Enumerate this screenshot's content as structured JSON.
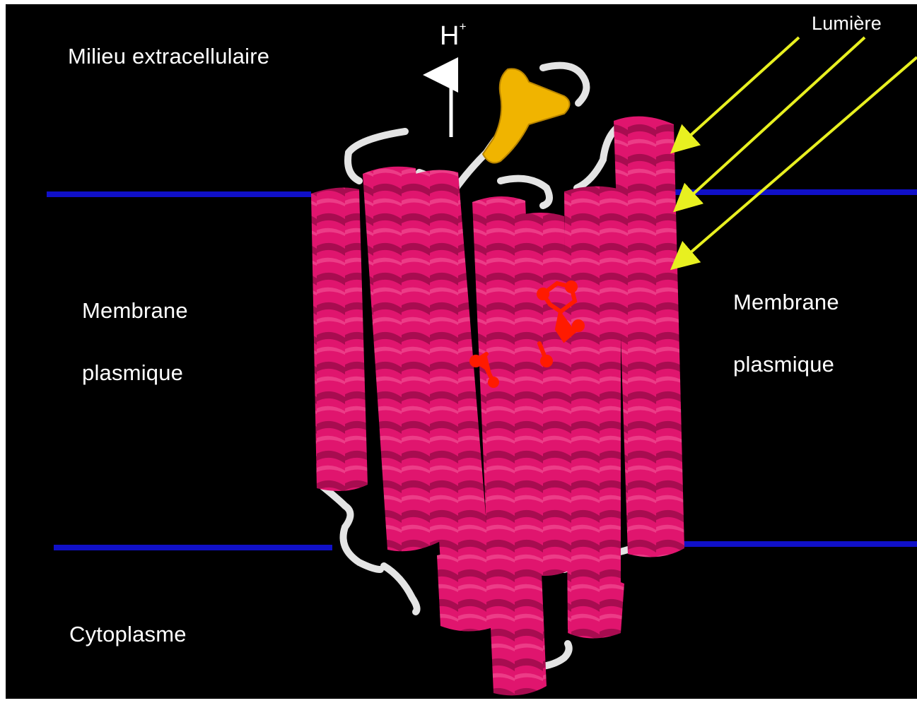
{
  "labels": {
    "extracellular": "Milieu extracellulaire",
    "membrane_left_line1": "Membrane",
    "membrane_left_line2": "plasmique",
    "membrane_right_line1": "Membrane",
    "membrane_right_line2": "plasmique",
    "cytoplasm": "Cytoplasme",
    "light": "Lumière",
    "proton_base": "H",
    "proton_charge": "+"
  },
  "colors": {
    "background": "#000000",
    "membrane_line": "#1010c8",
    "helix": "#e0156e",
    "helix_shade": "#a80c50",
    "loop": "#e4e4e4",
    "beta_sheet": "#f0b400",
    "retinal": "#ff1a00",
    "light_arrow": "#e8f020",
    "proton_arrow": "#ffffff",
    "text": "#ffffff"
  }
}
